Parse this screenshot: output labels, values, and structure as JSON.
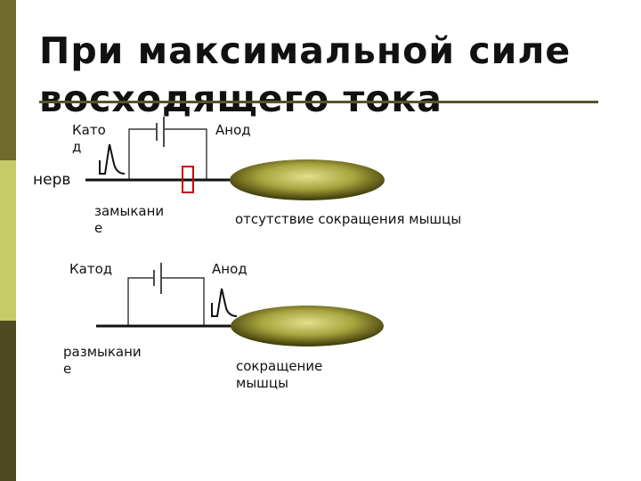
{
  "title": "При максимальной силе восходящего тока",
  "colors": {
    "sidebar_top": "#6e6b2c",
    "sidebar_mid": "#c7cc6a",
    "sidebar_bottom": "#4e4b22",
    "rule": "#56552a",
    "muscle_light": "#e2e08e",
    "muscle_dark": "#44420c",
    "spike_marker": "#cc0000"
  },
  "diagram_top": {
    "cathode_label": "Като\nд",
    "anode_label": "Анод",
    "nerve_label": "нерв",
    "action_label": "замыкани\nе",
    "result_label": "отсутствие сокращения мышцы"
  },
  "diagram_bottom": {
    "cathode_label": "Катод",
    "anode_label": "Анод",
    "action_label": "размыкани\nе",
    "result_label": "сокращение\nмышцы"
  },
  "icons": {
    "battery": "battery-icon",
    "spike": "action-potential-icon",
    "marker": "block-marker-icon"
  }
}
